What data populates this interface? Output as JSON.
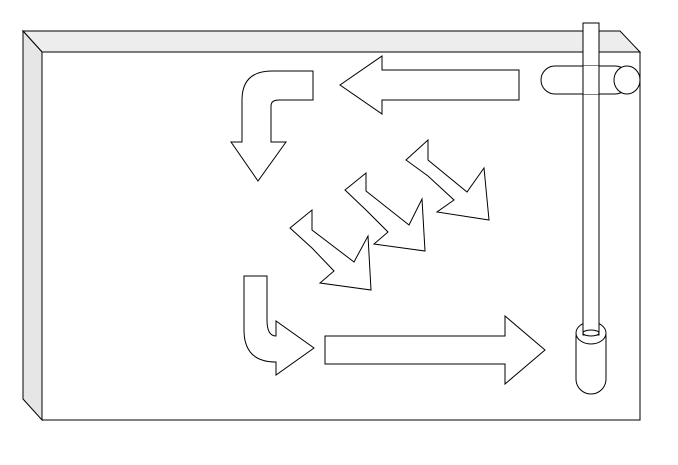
{
  "diagram": {
    "description_visible_text": "",
    "colors": {
      "stroke": "#000000",
      "fill": "#ffffff",
      "board_side": "#e6e6e6",
      "board_top": "#ededed"
    },
    "parts": [
      {
        "name": "board-front"
      },
      {
        "name": "board-top-edge"
      },
      {
        "name": "board-left-edge"
      },
      {
        "name": "vertical-rod"
      },
      {
        "name": "top-roller"
      },
      {
        "name": "bottom-canister"
      }
    ],
    "arrows": [
      {
        "name": "arrow-left-top",
        "direction": "left"
      },
      {
        "name": "arrow-elbow-down",
        "direction": "down"
      },
      {
        "name": "arrow-diagonal-1",
        "direction": "down-right"
      },
      {
        "name": "arrow-diagonal-2",
        "direction": "down-right"
      },
      {
        "name": "arrow-diagonal-3",
        "direction": "down-right"
      },
      {
        "name": "arrow-elbow-right",
        "direction": "right"
      },
      {
        "name": "arrow-right-bottom",
        "direction": "right"
      }
    ]
  }
}
